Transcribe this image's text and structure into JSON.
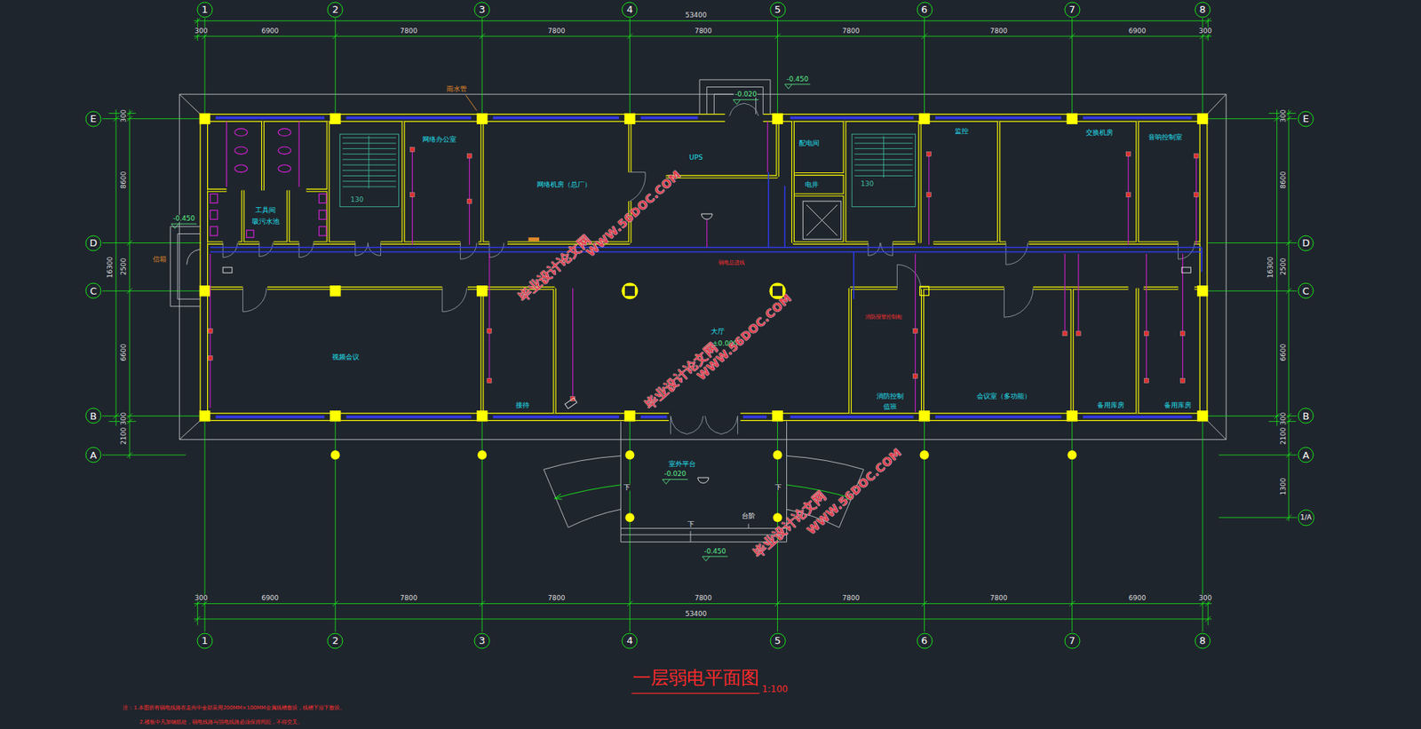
{
  "diagram": {
    "title": "一层弱电平面图",
    "nodes": [
      {
        "text": [
          "1"
        ]
      },
      {
        "text": [
          "2"
        ]
      },
      {
        "text": [
          "3"
        ]
      },
      {
        "text": [
          "4"
        ]
      },
      {
        "text": [
          "5"
        ]
      },
      {
        "text": [
          "6"
        ]
      },
      {
        "text": [
          "7"
        ]
      },
      {
        "text": [
          "8"
        ]
      },
      {
        "text": [
          "E"
        ]
      },
      {
        "text": [
          "E"
        ]
      },
      {
        "text": [
          "D"
        ]
      },
      {
        "text": [
          "D"
        ]
      },
      {
        "text": [
          "C"
        ]
      },
      {
        "text": [
          "C"
        ]
      },
      {
        "text": [
          "B"
        ]
      },
      {
        "text": [
          "B"
        ]
      },
      {
        "text": [
          "A"
        ]
      },
      {
        "text": [
          "A"
        ]
      },
      {
        "text": [
          "1/A"
        ]
      },
      {
        "text": [
          "工具间",
          "吸污水池"
        ]
      },
      {
        "text": [
          "网络办公室"
        ]
      },
      {
        "text": [
          "网络机房（总厂）"
        ]
      },
      {
        "text": [
          "UPS"
        ]
      },
      {
        "text": [
          "配电间"
        ]
      },
      {
        "text": [
          "电井"
        ]
      },
      {
        "text": [
          "监控"
        ]
      },
      {
        "text": [
          "交换机房"
        ]
      },
      {
        "text": [
          "音响控制室"
        ]
      },
      {
        "text": [
          "视频会议"
        ]
      },
      {
        "text": [
          "接待"
        ]
      },
      {
        "text": [
          "大厅",
          "±0.000"
        ]
      },
      {
        "text": [
          "消防控制",
          "值班"
        ]
      },
      {
        "text": [
          "会议室（多功能）"
        ]
      },
      {
        "text": [
          "备用库房"
        ]
      },
      {
        "text": [
          "备用库房"
        ]
      },
      {
        "text": [
          "室外平台",
          "-0.020"
        ]
      },
      {
        "text": [
          "1"
        ]
      },
      {
        "text": [
          "2"
        ]
      },
      {
        "text": [
          "3"
        ]
      },
      {
        "text": [
          "4"
        ]
      },
      {
        "text": [
          "5"
        ]
      },
      {
        "text": [
          "6"
        ]
      },
      {
        "text": [
          "7"
        ]
      },
      {
        "text": [
          "8"
        ]
      }
    ],
    "labels": [
      "53400",
      "300",
      "6900",
      "7800",
      "7800",
      "7800",
      "7800",
      "7800",
      "6900",
      "300",
      "300",
      "6900",
      "7800",
      "7800",
      "7800",
      "7800",
      "7800",
      "6900",
      "300",
      "53400",
      "300",
      "8600",
      "16300",
      "2500",
      "6600",
      "300",
      "2100",
      "300",
      "8600",
      "2500",
      "16300",
      "6600",
      "300",
      "2100",
      "1300",
      "-0.450",
      "-0.020",
      "-0.450",
      "-0.450",
      "雨水管",
      "130",
      "130",
      "信箱",
      "弱电总进线",
      "消防报警控制柜",
      "下",
      "下",
      "下",
      "台阶",
      "1:100",
      "注：1.本图所有弱电线路在走向中全部采用200MM×100MM金属线槽敷设，线槽下沿下敷设。",
      "2.楼板中凡加钢筋处，弱电线路与强电线路必须保持间距，不得交叉。",
      "毕业设计论文网",
      "WWW.56DOC.COM",
      "毕业设计论文网",
      "WWW.56DOC.COM",
      "毕业设计论文网",
      "WWW.56DOC.COM"
    ]
  }
}
